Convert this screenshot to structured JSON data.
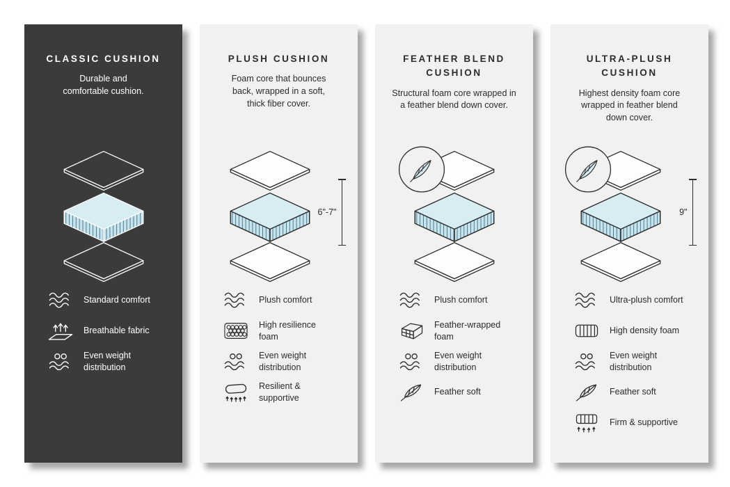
{
  "infographic": {
    "type": "cushion comparison",
    "colors": {
      "dark_panel": "#3b3b3b",
      "light_panel": "#f1f1ef",
      "foam_blue": "#c6e3ee",
      "foam_blue_top": "#d8ecf4",
      "text_dark": "#2c2c2c",
      "text_light": "#ffffff"
    }
  },
  "columns": [
    {
      "title": "CLASSIC CUSHION",
      "description": "Durable and\ncomfortable cushion.",
      "theme": "dark",
      "has_feather_badge": false,
      "measurement": null,
      "features": [
        {
          "icon": "waves-icon",
          "label": "Standard comfort"
        },
        {
          "icon": "breathable-fabric-icon",
          "label": "Breathable fabric"
        },
        {
          "icon": "even-weight-icon",
          "label": "Even weight\ndistribution"
        }
      ]
    },
    {
      "title": "PLUSH CUSHION",
      "description": "Foam core that bounces\nback, wrapped in a soft,\nthick fiber cover.",
      "theme": "light",
      "has_feather_badge": false,
      "measurement": "6\"-7\"",
      "features": [
        {
          "icon": "waves-icon",
          "label": "Plush comfort"
        },
        {
          "icon": "foam-bubbles-icon",
          "label": "High resilience\nfoam"
        },
        {
          "icon": "even-weight-icon",
          "label": "Even weight\ndistribution"
        },
        {
          "icon": "resilient-supportive-icon",
          "label": "Resilient &\nsupportive"
        }
      ]
    },
    {
      "title": "FEATHER BLEND\nCUSHION",
      "description": "Structural foam core wrapped in\na feather blend down cover.",
      "theme": "light",
      "has_feather_badge": true,
      "measurement": null,
      "features": [
        {
          "icon": "waves-icon",
          "label": "Plush comfort"
        },
        {
          "icon": "feather-wrapped-foam-icon",
          "label": "Feather-wrapped\nfoam"
        },
        {
          "icon": "even-weight-icon",
          "label": "Even weight\ndistribution"
        },
        {
          "icon": "feather-icon",
          "label": "Feather soft"
        }
      ]
    },
    {
      "title": "ULTRA-PLUSH\nCUSHION",
      "description": "Highest density foam core\nwrapped in feather blend\ndown cover.",
      "theme": "light",
      "has_feather_badge": true,
      "measurement": "9\"",
      "features": [
        {
          "icon": "waves-icon",
          "label": "Ultra-plush comfort"
        },
        {
          "icon": "high-density-foam-icon",
          "label": "High density foam"
        },
        {
          "icon": "even-weight-icon",
          "label": "Even weight\ndistribution"
        },
        {
          "icon": "feather-icon",
          "label": "Feather soft"
        },
        {
          "icon": "firm-supportive-icon",
          "label": "Firm & supportive"
        }
      ]
    }
  ]
}
